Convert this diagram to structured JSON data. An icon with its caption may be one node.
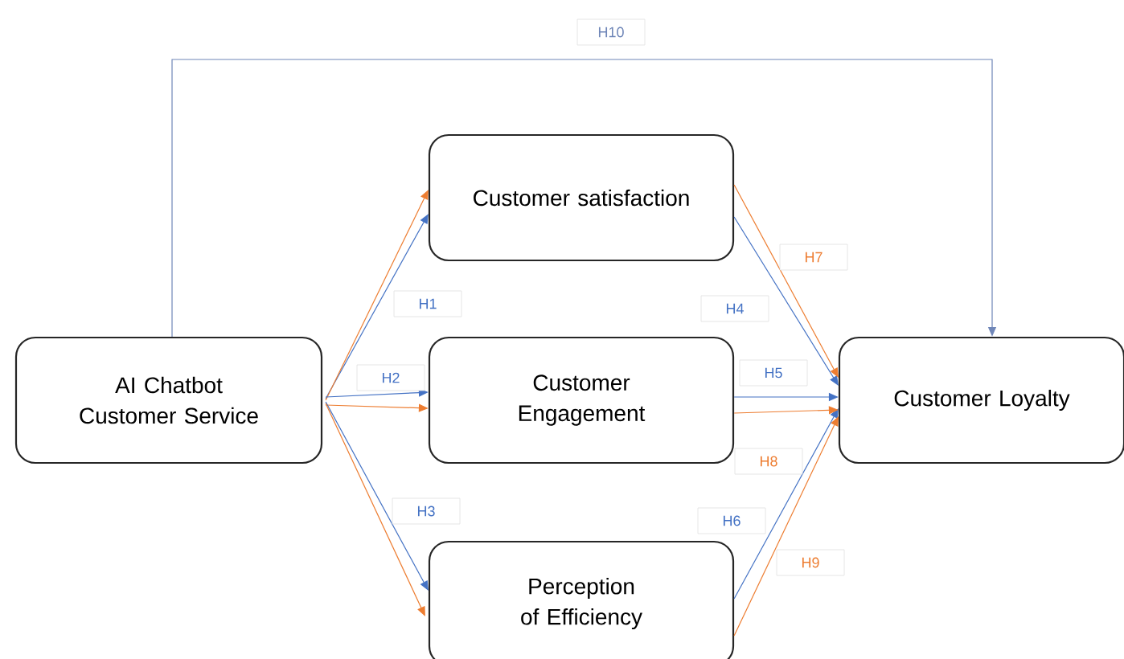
{
  "diagram": {
    "nodes": [
      {
        "text": [
          "AI Chatbot Customer Service"
        ]
      },
      {
        "text": [
          "Customer satisfaction"
        ]
      },
      {
        "text": [
          "Customer Engagement"
        ]
      },
      {
        "text": [
          "Perception of Efficiency"
        ]
      },
      {
        "text": [
          "Customer Loyalty"
        ]
      }
    ],
    "edges": [
      {
        "from": 0,
        "to": 1,
        "arrow": "to",
        "label": "H1",
        "color": "#4472c4"
      },
      {
        "from": 0,
        "to": 1,
        "arrow": "to",
        "color": "#ed7d31"
      },
      {
        "from": 0,
        "to": 2,
        "arrow": "to",
        "label": "H2",
        "color": "#4472c4"
      },
      {
        "from": 0,
        "to": 2,
        "arrow": "to",
        "color": "#ed7d31"
      },
      {
        "from": 0,
        "to": 3,
        "arrow": "to",
        "label": "H3",
        "color": "#4472c4"
      },
      {
        "from": 0,
        "to": 3,
        "arrow": "to",
        "color": "#ed7d31"
      },
      {
        "from": 1,
        "to": 4,
        "arrow": "to",
        "label": "H4",
        "color": "#4472c4"
      },
      {
        "from": 2,
        "to": 4,
        "arrow": "to",
        "label": "H5",
        "color": "#4472c4"
      },
      {
        "from": 3,
        "to": 4,
        "arrow": "to",
        "label": "H6",
        "color": "#4472c4"
      },
      {
        "from": 1,
        "to": 4,
        "arrow": "to",
        "label": "H7",
        "color": "#ed7d31"
      },
      {
        "from": 2,
        "to": 4,
        "arrow": "to",
        "label": "H8",
        "color": "#ed7d31"
      },
      {
        "from": 3,
        "to": 4,
        "arrow": "to",
        "label": "H9",
        "color": "#ed7d31"
      },
      {
        "from": 0,
        "to": 4,
        "arrow": "to",
        "label": "H10",
        "color": "#6f86b8"
      }
    ]
  }
}
